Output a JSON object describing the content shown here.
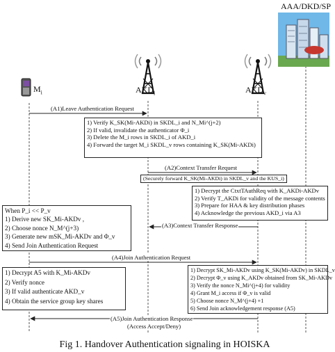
{
  "entities": {
    "mobile": "M",
    "mobile_sub": "i",
    "akd_i": "AKD",
    "akd_i_sub": "i",
    "akd_v": "AKD",
    "akd_v_sub": "v",
    "server": "AAA/DKD/SP"
  },
  "messages": {
    "a1": "(A1)Leave Authentication Request",
    "a2": "(A2)Context Transfer Request",
    "a2_note": "(Securely forward K_SK(Mi-AKDi) in SKDL_v and the KUS_i)",
    "a3": "(A3)Context Transfer Response",
    "a4": "(A4)Join Authentication Request",
    "a5": "(A5)Join Authentication Response",
    "a5_sub": "(Access Accept/Deny)"
  },
  "boxes": {
    "akdi_verify": [
      "1) Verify K_SK(Mi-AKDi) in SKDL_i and N_Mi^(j+2)",
      "2) If valid, invalidate the authenticator Φ_i",
      "3) Delete the M_i rows in SKDL_i of AKD_i",
      "4) Forward the target M_i SKDL_v rows containing K_SK(Mi-AKDi)"
    ],
    "akdv_context": [
      "1) Decrypt the CtxtTAuthReq with K_AKDi-AKDv",
      "2) Verify T_AKDi for validity of the message contents",
      "3) Prepare for HAA & key distribution phases",
      "4) Acknowledge the previous AKD_i via A3"
    ],
    "mobile_prepare": [
      "When P_i << P_v",
      "1) Derive new SK_Mi-AKDv ,",
      "2) Choose nonce N_M^(j+3)",
      "3) Generate new mSK_Mi-AKDv and Φ_v",
      "4) Send Join Authentication Request"
    ],
    "akdv_join": [
      "1) Decrypt SK_Mi-AKDv using K_SK(Mi-AKDv) in SKDL_v",
      "2) Decrypt Φ_v using K_AKDv obtained from SK_Mi-AKDv",
      "3) Verify the nonce N_Mi^(j+4) for validity",
      "4) Grant M_i access if Φ_v is valid",
      "5) Choose nonce N_M^(j+4) +1",
      "6) Send Join acknowledgement response (A5)"
    ],
    "mobile_final": [
      "1) Decrypt A5 with K_Mi-AKDv",
      "2) Verify nonce",
      "3) If valid authenticate AKD_v",
      "4) Obtain the service group key shares"
    ]
  },
  "caption": "Fig 1. Handover Authentication signaling in HOISKA",
  "colors": {
    "line": "#333333",
    "sky": "#6fb8e8",
    "grass": "#6aa84f"
  }
}
